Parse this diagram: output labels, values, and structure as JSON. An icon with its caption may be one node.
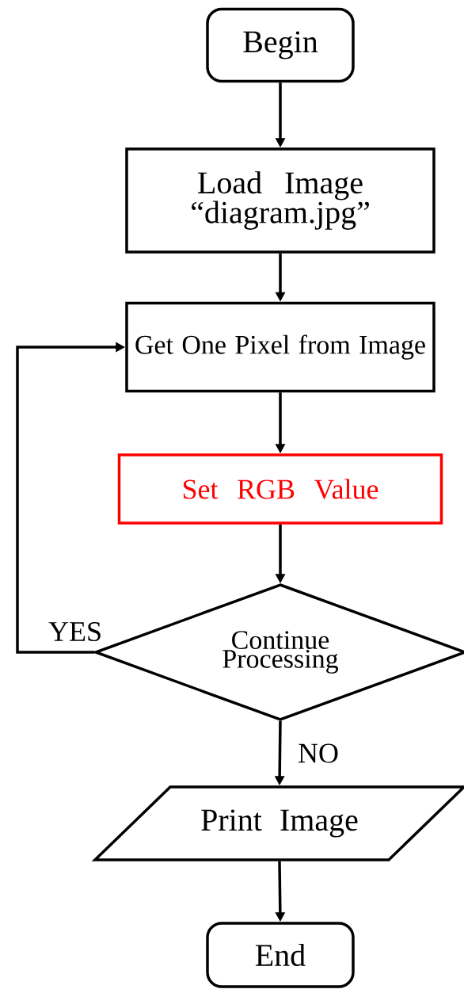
{
  "diagram": {
    "nodes": [
      {
        "text": [
          "Begin"
        ]
      },
      {
        "text": [
          "Load Image “diagram.jpg”"
        ]
      },
      {
        "text": [
          "Get One Pixel from Image"
        ]
      },
      {
        "text": [
          "Set RGB Value"
        ]
      },
      {
        "text": [
          "Continue Processing"
        ]
      },
      {
        "text": [
          "Print Image"
        ]
      },
      {
        "text": [
          "End"
        ]
      }
    ],
    "edges": [
      {
        "from": 0,
        "to": 1,
        "arrow": "to"
      },
      {
        "from": 1,
        "to": 2,
        "arrow": "to"
      },
      {
        "from": 2,
        "to": 3,
        "arrow": "to"
      },
      {
        "from": 3,
        "to": 4,
        "arrow": "to"
      },
      {
        "from": 4,
        "to": 2,
        "arrow": "to",
        "label": "YES"
      },
      {
        "from": 4,
        "to": 5,
        "arrow": "to",
        "label": "NO"
      },
      {
        "from": 5,
        "to": 6,
        "arrow": "to"
      }
    ]
  }
}
